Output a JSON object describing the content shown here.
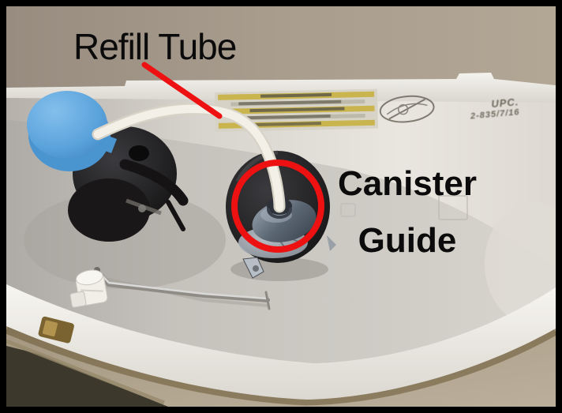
{
  "annotations": {
    "color": "#ee1111",
    "refill_tube": "Refill Tube",
    "canister_guide_line1": "Canister",
    "canister_guide_line2": "Guide"
  },
  "stamps": {
    "upc_line1": "UPC.",
    "upc_line2": "2-835/7/16"
  },
  "scene": {
    "colors": {
      "fill_valve_cap_blue": "#4a94cf",
      "porcelain_white": "#eceae3",
      "tank_interior_gray": "#c6c3bd",
      "countertop_tan": "#b0a38f",
      "photo_border_black": "#000000"
    },
    "parts": [
      "fill-valve blue cap",
      "fill-valve body",
      "refill tube",
      "flush canister",
      "canister guide",
      "flush lever rod",
      "refill tube lock nut",
      "tank warning label",
      "certification stamp",
      "tank bolt"
    ]
  }
}
